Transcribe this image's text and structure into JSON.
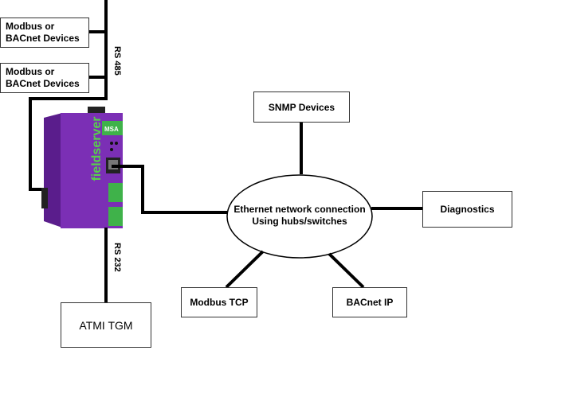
{
  "boxes": {
    "modbus_top": [
      "Modbus or",
      "BACnet Devices"
    ],
    "modbus_mid": [
      "Modbus or",
      "BACnet Devices"
    ],
    "snmp": "SNMP Devices",
    "diagnostics": "Diagnostics",
    "modbus_tcp": "Modbus TCP",
    "bacnet_ip": "BACnet IP",
    "atmi": "ATMI TGM"
  },
  "ellipse": [
    "Ethernet network connection",
    "Using hubs/switches"
  ],
  "labels": {
    "rs485": "RS 485",
    "rs232": "RS 232"
  },
  "device": {
    "brand": "fieldserver",
    "logo": "MSA"
  },
  "colors": {
    "device_body": "#7b2fb5",
    "device_dark": "#5a1d8c",
    "terminal": "#3fb24a",
    "line": "#000000"
  }
}
